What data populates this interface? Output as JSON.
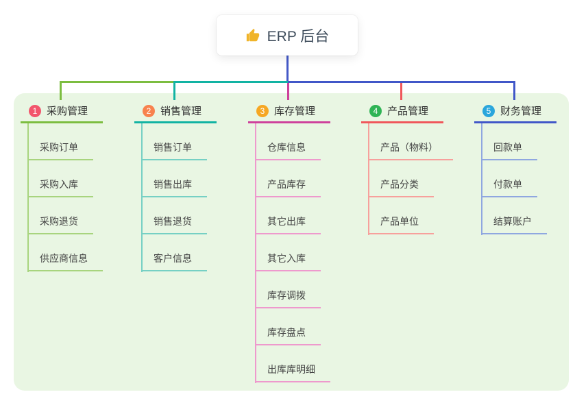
{
  "root": {
    "label": "ERP 后台",
    "icon": "thumbs-up-icon",
    "icon_color": "#f0b429",
    "drop_line_color": "#4459c7"
  },
  "panel": {
    "bg": "#e9f6e3"
  },
  "branches": [
    {
      "num": "1",
      "title": "采购管理",
      "badge_color": "#f2566c",
      "line_color": "#7cbd40",
      "child_line_color": "#a8d47e",
      "children": [
        "采购订单",
        "采购入库",
        "采购退货",
        "供应商信息"
      ]
    },
    {
      "num": "2",
      "title": "销售管理",
      "badge_color": "#f8824e",
      "line_color": "#12b3a3",
      "child_line_color": "#76d0c4",
      "children": [
        "销售订单",
        "销售出库",
        "销售退货",
        "客户信息"
      ]
    },
    {
      "num": "3",
      "title": "库存管理",
      "badge_color": "#f6a723",
      "line_color": "#ce419c",
      "child_line_color": "#ee99cd",
      "children": [
        "仓库信息",
        "产品库存",
        "其它出库",
        "其它入库",
        "库存调拨",
        "库存盘点",
        "出库库明细"
      ]
    },
    {
      "num": "4",
      "title": "产品管理",
      "badge_color": "#2fb455",
      "line_color": "#f0575b",
      "child_line_color": "#f7a09c",
      "children": [
        "产品（物料）",
        "产品分类",
        "产品单位"
      ]
    },
    {
      "num": "5",
      "title": "财务管理",
      "badge_color": "#2aa6dc",
      "line_color": "#4157c8",
      "child_line_color": "#8fa7e0",
      "children": [
        "回款单",
        "付款单",
        "结算账户"
      ]
    }
  ]
}
